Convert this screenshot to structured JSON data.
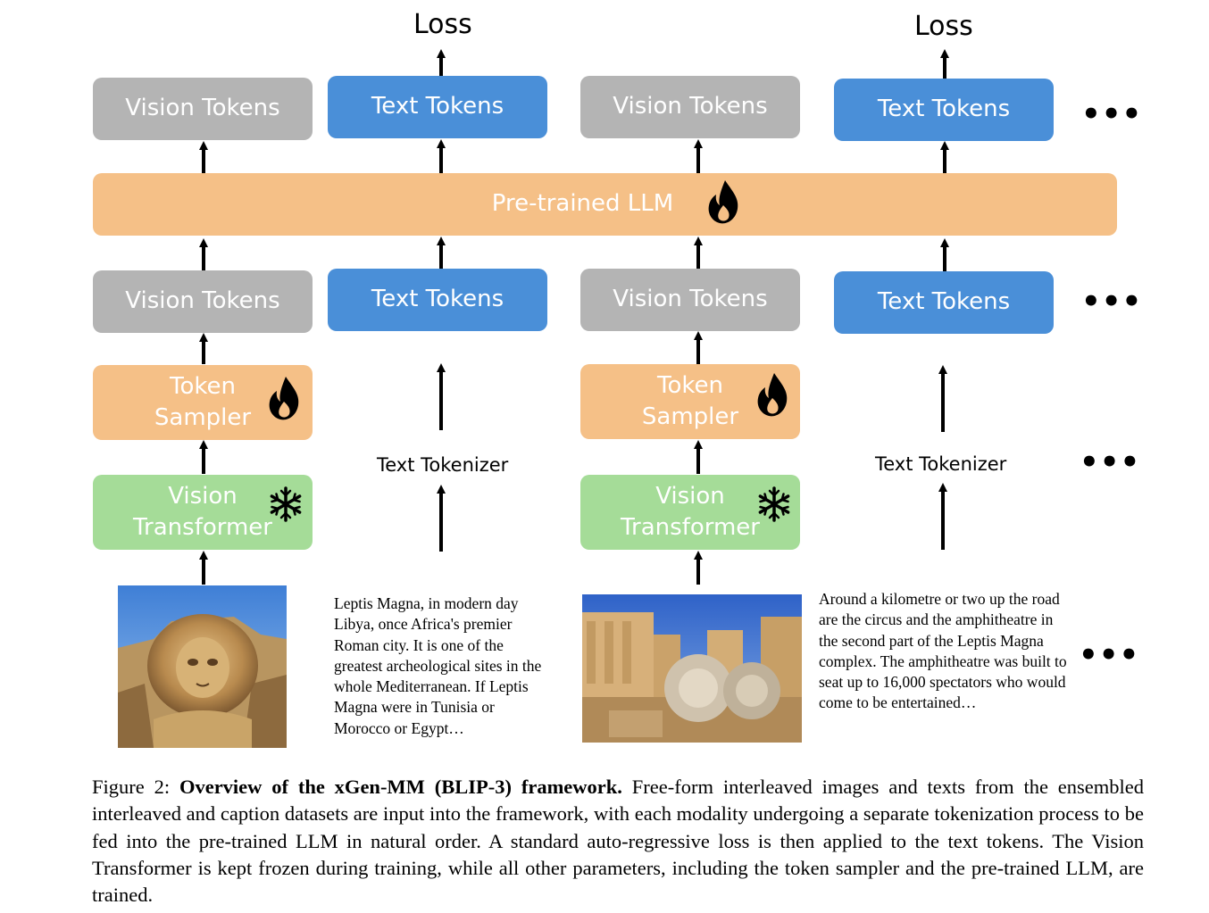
{
  "loss_label": "Loss",
  "vision_tokens_label": "Vision Tokens",
  "text_tokens_label": "Text Tokens",
  "llm_label": "Pre-trained LLM",
  "token_sampler_label": "Token\nSampler",
  "vision_transformer_label": "Vision\nTransformer",
  "text_tokenizer_label": "Text Tokenizer",
  "ellipsis": "•••",
  "passage_1": "Leptis Magna, in modern day Libya, once Africa's premier Roman city. It is one of the greatest archeological sites in the whole Mediterranean. If Leptis Magna were in Tunisia or Morocco or Egypt…",
  "passage_2": "Around a kilometre or two up the road are the circus and the amphitheatre in the second part of the Leptis Magna complex. The amphitheatre was built to seat up to 16,000 spectators who would come to be entertained…",
  "caption": {
    "figure_label": "Figure 2:",
    "title": "Overview of the xGen-MM (BLIP-3) framework.",
    "body": "Free-form interleaved images and texts from the ensembled interleaved and caption datasets are input into the framework, with each modality undergoing a separate tokenization process to be fed into the pre-trained LLM in natural order. A standard auto-regressive loss is then applied to the text tokens. The Vision Transformer is kept frozen during training, while all other parameters, including the token sampler and the pre-trained LLM, are trained."
  },
  "icons": {
    "trainable": "fire-icon",
    "frozen": "snowflake-icon"
  },
  "colors": {
    "vision_tokens": "#b4b4b4",
    "text_tokens": "#4a8fd8",
    "llm_and_sampler": "#f5c087",
    "vision_transformer": "#a5dc98"
  }
}
